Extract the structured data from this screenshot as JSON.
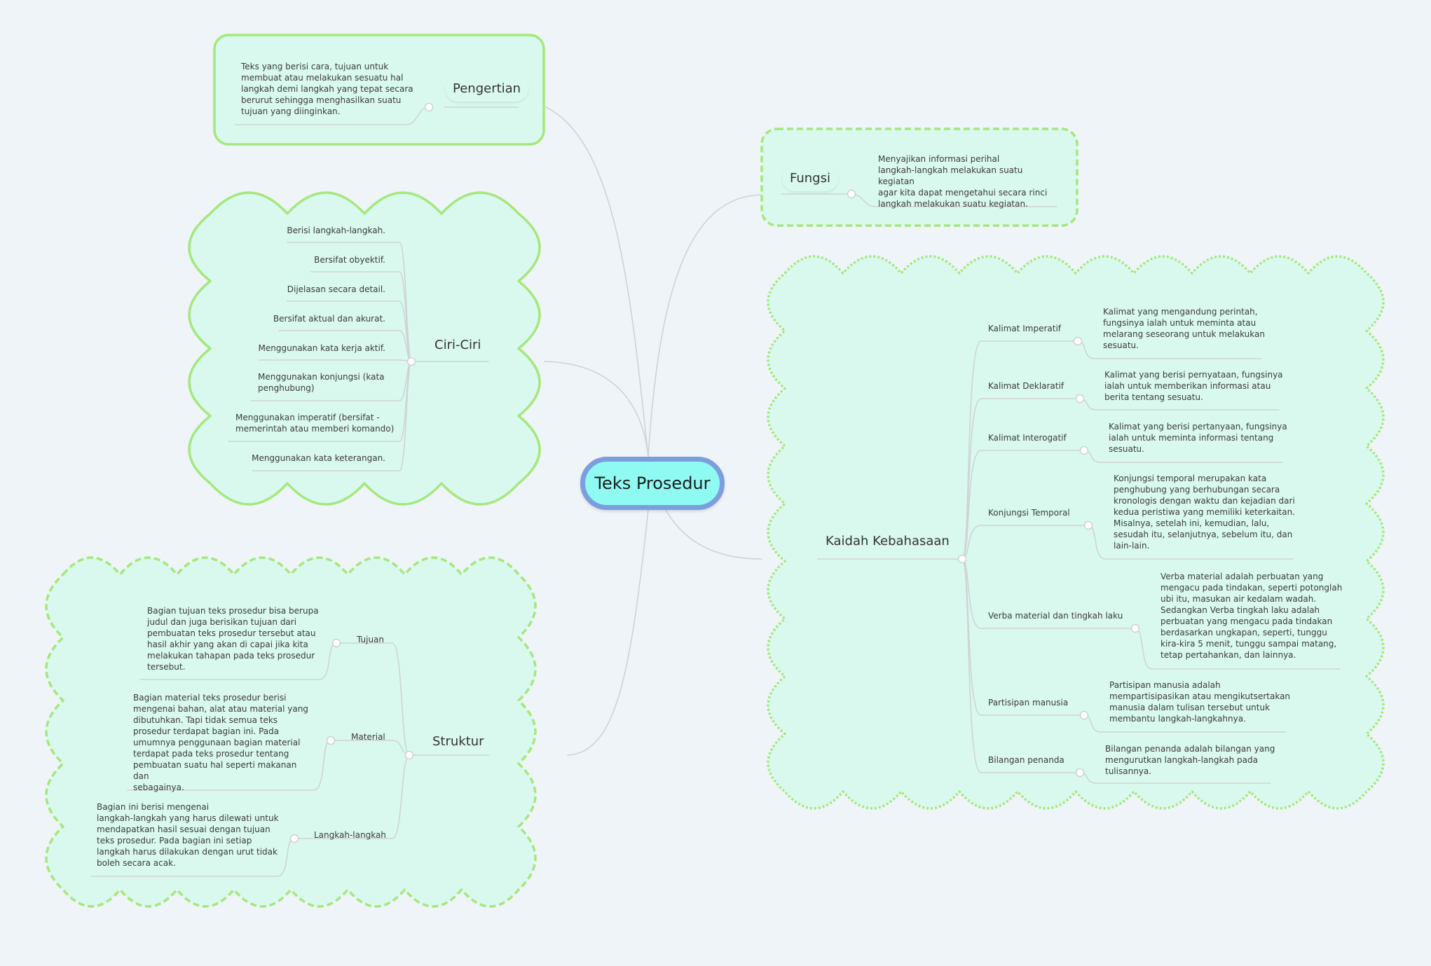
{
  "central": "Teks Prosedur",
  "pengertian": {
    "title": "Pengertian",
    "text": "Teks yang berisi cara, tujuan untuk\nmembuat atau melakukan sesuatu hal\nlangkah demi langkah yang tepat secara\nberurut sehingga menghasilkan suatu\ntujuan yang diinginkan."
  },
  "fungsi": {
    "title": "Fungsi",
    "text": "Menyajikan informasi perihal\nlangkah-langkah melakukan suatu kegiatan\nagar kita dapat mengetahui secara rinci\nlangkah melakukan suatu kegiatan."
  },
  "ciri": {
    "title": "Ciri-Ciri",
    "items": [
      "Berisi langkah-langkah.",
      "Bersifat obyektif.",
      "Dijelasan secara detail.",
      "Bersifat aktual dan akurat.",
      "Menggunakan kata kerja aktif.",
      "Menggunakan konjungsi (kata\npenghubung)",
      "Menggunakan imperatif (bersifat -\nmemerintah atau memberi komando)",
      "Menggunakan kata keterangan."
    ]
  },
  "struktur": {
    "title": "Struktur",
    "items": [
      {
        "label": "Tujuan",
        "text": "Bagian tujuan teks prosedur bisa berupa\njudul dan juga berisikan tujuan dari\npembuatan teks prosedur tersebut atau\nhasil akhir yang akan di capai jika kita\nmelakukan tahapan pada teks prosedur\ntersebut."
      },
      {
        "label": "Material",
        "text": "Bagian material teks prosedur berisi\nmengenai bahan, alat atau material yang\ndibutuhkan. Tapi tidak semua teks\nprosedur terdapat bagian ini. Pada\numumnya penggunaan bagian material\nterdapat pada teks prosedur tentang\npembuatan suatu hal seperti makanan dan\nsebagainya."
      },
      {
        "label": "Langkah-langkah",
        "text": "Bagian ini berisi mengenai\nlangkah-langkah yang harus dilewati untuk\nmendapatkan hasil sesuai dengan tujuan\nteks prosedur. Pada bagian ini setiap\nlangkah harus dilakukan dengan urut tidak\nboleh secara acak."
      }
    ]
  },
  "kaidah": {
    "title": "Kaidah Kebahasaan",
    "items": [
      {
        "label": "Kalimat Imperatif",
        "text": "Kalimat yang mengandung perintah,\nfungsinya ialah untuk meminta atau\nmelarang seseorang untuk melakukan\nsesuatu."
      },
      {
        "label": "Kalimat Deklaratif",
        "text": "Kalimat yang berisi pernyataan, fungsinya\nialah untuk memberikan informasi atau\nberita tentang sesuatu."
      },
      {
        "label": "Kalimat Interogatif",
        "text": "Kalimat yang berisi pertanyaan, fungsinya\nialah untuk meminta informasi tentang\nsesuatu."
      },
      {
        "label": "Konjungsi Temporal",
        "text": "Konjungsi temporal merupakan kata\npenghubung yang berhubungan secara\nkronologis dengan waktu dan kejadian dari\nkedua peristiwa yang memiliki keterkaitan.\nMisalnya, setelah ini, kemudian, lalu,\nsesudah itu, selanjutnya, sebelum itu, dan\nlain-lain."
      },
      {
        "label": "Verba material dan tingkah laku",
        "text": "Verba material adalah perbuatan yang\nmengacu pada tindakan, seperti potonglah\nubi itu, masukan air kedalam wadah.\nSedangkan Verba tingkah laku adalah\nperbuatan yang mengacu pada tindakan\nberdasarkan ungkapan, seperti, tunggu\nkira-kira 5 menit, tunggu sampai matang,\ntetap pertahankan, dan lainnya."
      },
      {
        "label": "Partisipan manusia",
        "text": "Partisipan manusia adalah\nmempartisipasikan atau mengikutsertakan\nmanusia dalam tulisan tersebut untuk\nmembantu langkah-langkahnya."
      },
      {
        "label": "Bilangan penanda",
        "text": "Bilangan penanda adalah bilangan yang\nmengurutkan langkah-langkah pada\ntulisannya."
      }
    ]
  },
  "colors": {
    "boundary_fill": "#d9f9ef",
    "boundary_stroke": "#a4e87c",
    "line": "#cfd3d6",
    "central_fill": "#8efaf1",
    "central_border": "#7c9dde",
    "background": "#eef4f7"
  }
}
